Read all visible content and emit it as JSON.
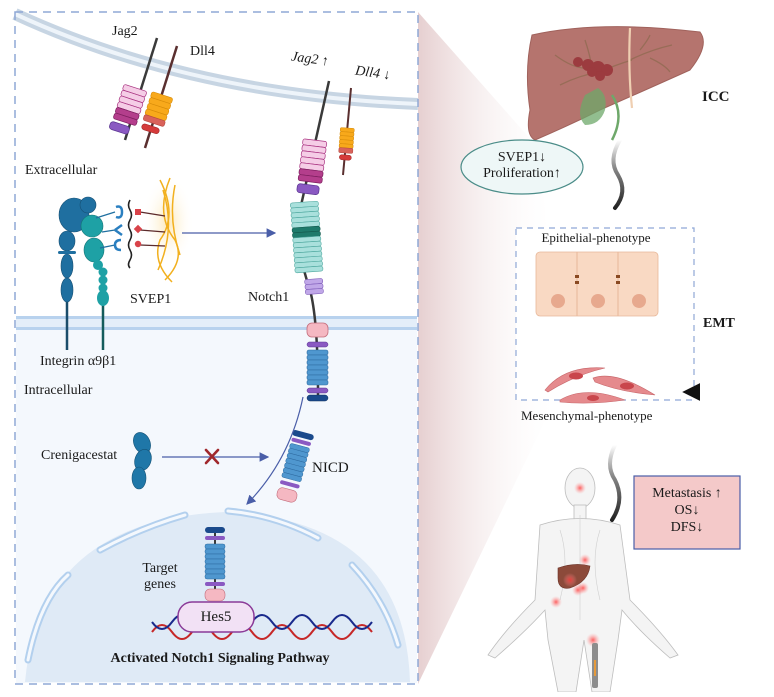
{
  "title": "Activated Notch1 Signaling Pathway",
  "left_panel": {
    "ligands_left": {
      "jag2": "Jag2",
      "dll4": "Dll4"
    },
    "ligands_right": {
      "jag2": "Jag2 ↑",
      "dll4": "Dll4 ↓"
    },
    "extracellular": "Extracellular",
    "intracellular": "Intracellular",
    "svep1": "SVEP1",
    "integrin": "Integrin α9β1",
    "notch1": "Notch1",
    "crenigacestat": "Crenigacestat",
    "nicd": "NICD",
    "target_genes_line1": "Target",
    "target_genes_line2": "genes",
    "hes5": "Hes5",
    "pathway_title": "Activated Notch1 Signaling Pathway"
  },
  "right_panel": {
    "icc": "ICC",
    "ellipse_line1": "SVEP1↓",
    "ellipse_line2": "Proliferation↑",
    "epithelial": "Epithelial-phenotype",
    "mesenchymal": "Mesenchymal-phenotype",
    "emt": "EMT",
    "outcome_line1": "Metastasis ↑",
    "outcome_line2": "OS↓",
    "outcome_line3": "DFS↓"
  },
  "colors": {
    "panel_border": "#8fa8d6",
    "membrane": "#c6d9ee",
    "cytoplasm": "#f4f8fd",
    "nucleus": "#dfeaf6",
    "jag2_pink": "#f5cde6",
    "jag2_magenta": "#a8307f",
    "dll4_orange": "#f8a91b",
    "notch_teal": "#a9e0dc",
    "notch_dark_teal": "#1f7a6b",
    "nicd_blue": "#4f97cf",
    "purple": "#8a59c2",
    "navy": "#1a4a8c",
    "pink_box": "#f4c9c9",
    "ellipse_fill": "#eef7f7",
    "ellipse_stroke": "#4a8c88",
    "liver": "#b5746e",
    "tumor": "#9c3b3f"
  }
}
